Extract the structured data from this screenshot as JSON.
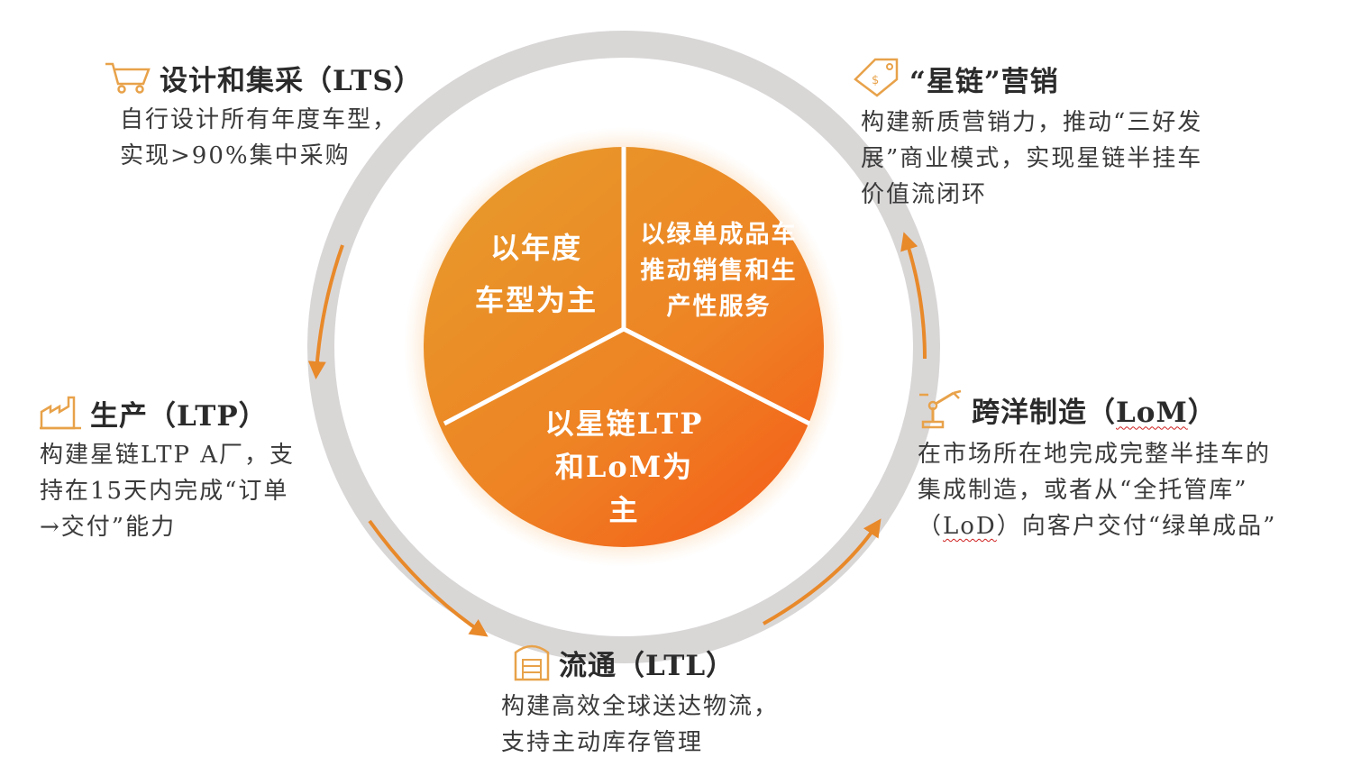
{
  "colors": {
    "accent": "#e8892a",
    "ring": "#d9d6d6",
    "core_light": "#e8962a",
    "core_dark": "#f06a1c",
    "text": "#333333"
  },
  "core": {
    "segments": [
      {
        "lines": [
          "以年度",
          "车型为主"
        ]
      },
      {
        "lines": [
          "以绿单成品车",
          "推动销售和生",
          "产性服务"
        ]
      },
      {
        "lines": [
          "以星链LTP",
          "和LoM为",
          "主"
        ]
      }
    ]
  },
  "nodes": {
    "lts": {
      "icon": "cart-icon",
      "title": "设计和集采（LTS）",
      "desc": [
        "自行设计所有年度车型，",
        "实现>90%集中采购"
      ]
    },
    "marketing": {
      "icon": "price-tag-icon",
      "title": "“星链”营销",
      "desc": [
        "构建新质营销力，推动“三好发",
        "展”商业模式，实现星链半挂车",
        "价值流闭环"
      ]
    },
    "ltp": {
      "icon": "factory-icon",
      "title": "生产（LTP）",
      "desc": [
        "构建星链LTP A厂，支",
        "持在15天内完成“订单",
        "→交付”能力"
      ]
    },
    "lom": {
      "icon": "robot-arm-icon",
      "title_prefix": "跨洋制造（",
      "title_wavy": "LoM",
      "title_suffix": "）",
      "desc_1": "在市场所在地完成完整半挂车的",
      "desc_2": "集成制造，或者从“全托管库”",
      "desc_3_prefix": "（",
      "desc_3_wavy": "LoD",
      "desc_3_suffix": "）向客户交付“绿单成品”"
    },
    "ltl": {
      "icon": "warehouse-icon",
      "title": "流通（LTL）",
      "desc": [
        "构建高效全球送达物流，",
        "支持主动库存管理"
      ]
    }
  }
}
